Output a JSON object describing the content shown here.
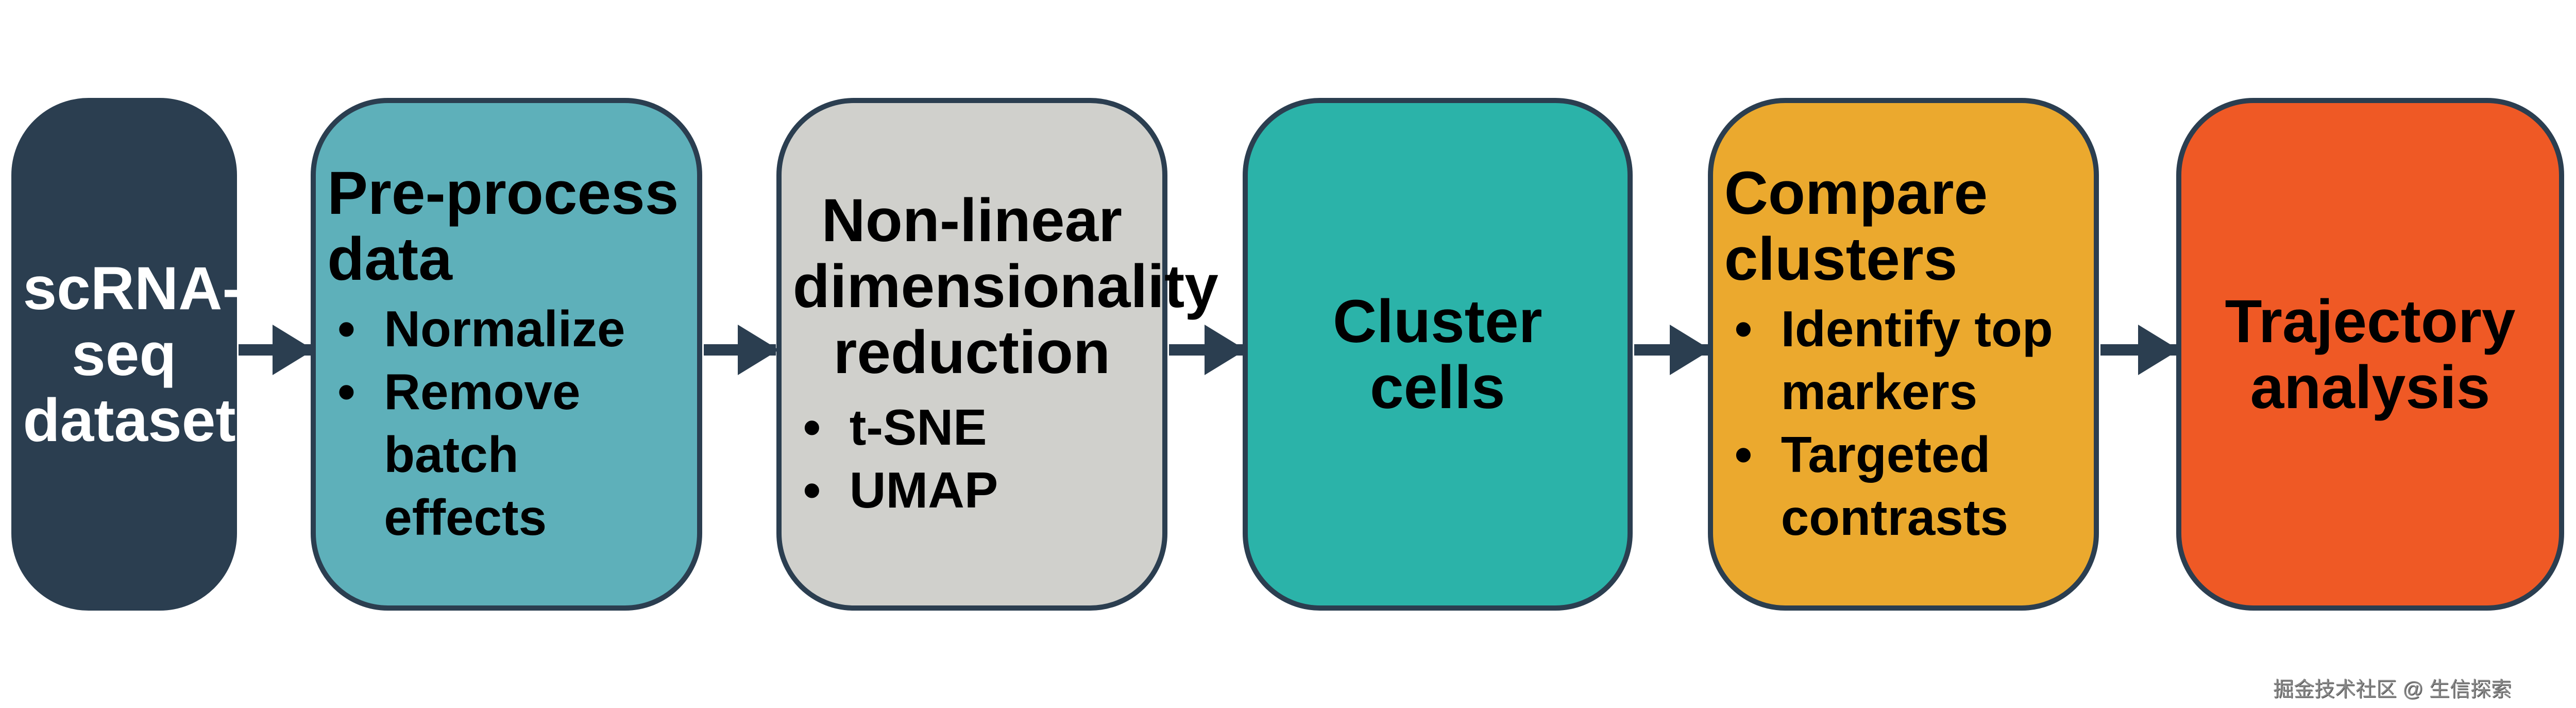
{
  "steps": [
    {
      "title_lines": [
        "scRNA-",
        "seq",
        "dataset"
      ],
      "bullets": [],
      "color": "#2b3e50"
    },
    {
      "title_lines": [
        "Pre-process data"
      ],
      "bullets": [
        "Normalize",
        "Remove batch effects"
      ],
      "color": "#5eb0ba"
    },
    {
      "title_lines": [
        "Non-linear",
        "dimensionality",
        "reduction"
      ],
      "bullets": [
        "t-SNE",
        "UMAP"
      ],
      "color": "#d0d0cc"
    },
    {
      "title_lines": [
        "Cluster cells"
      ],
      "bullets": [],
      "color": "#2bb3a9"
    },
    {
      "title_lines": [
        "Compare clusters"
      ],
      "bullets": [
        "Identify top markers",
        "Targeted contrasts"
      ],
      "color": "#eba92e"
    },
    {
      "title_lines": [
        "Trajectory",
        "analysis"
      ],
      "bullets": [],
      "color": "#ef5925"
    }
  ],
  "bullet_glyph": "•",
  "arrow_color": "#2b3e50",
  "watermark": "掘金技术社区 @ 生信探索"
}
